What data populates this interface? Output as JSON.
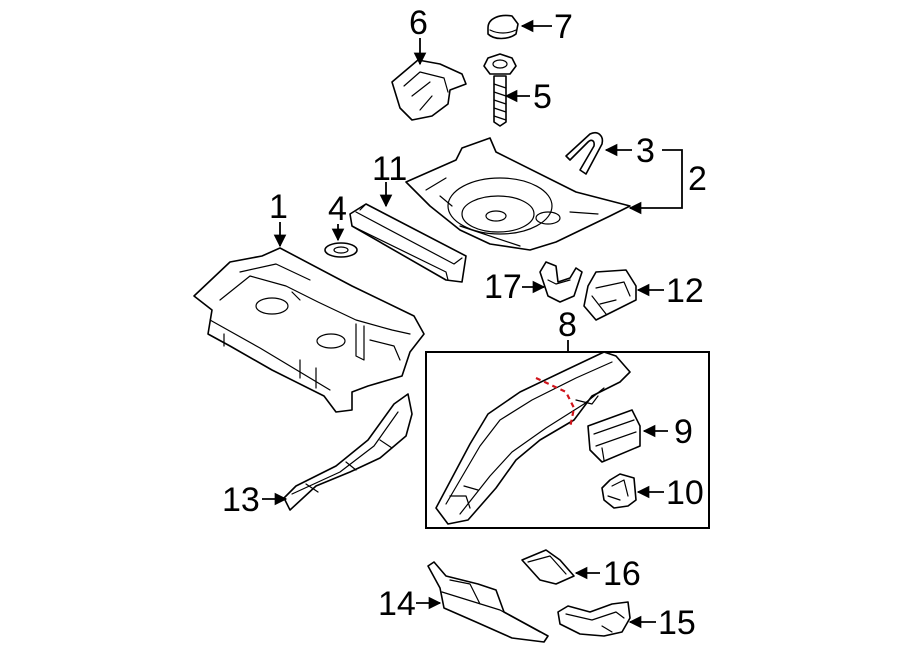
{
  "callouts": {
    "c1": "1",
    "c2": "2",
    "c3": "3",
    "c4": "4",
    "c5": "5",
    "c6": "6",
    "c7": "7",
    "c8": "8",
    "c9": "9",
    "c10": "10",
    "c11": "11",
    "c12": "12",
    "c13": "13",
    "c14": "14",
    "c15": "15",
    "c16": "16",
    "c17": "17"
  },
  "colors": {
    "line": "#000000",
    "background": "#ffffff",
    "cut_line": "#d0141b"
  }
}
